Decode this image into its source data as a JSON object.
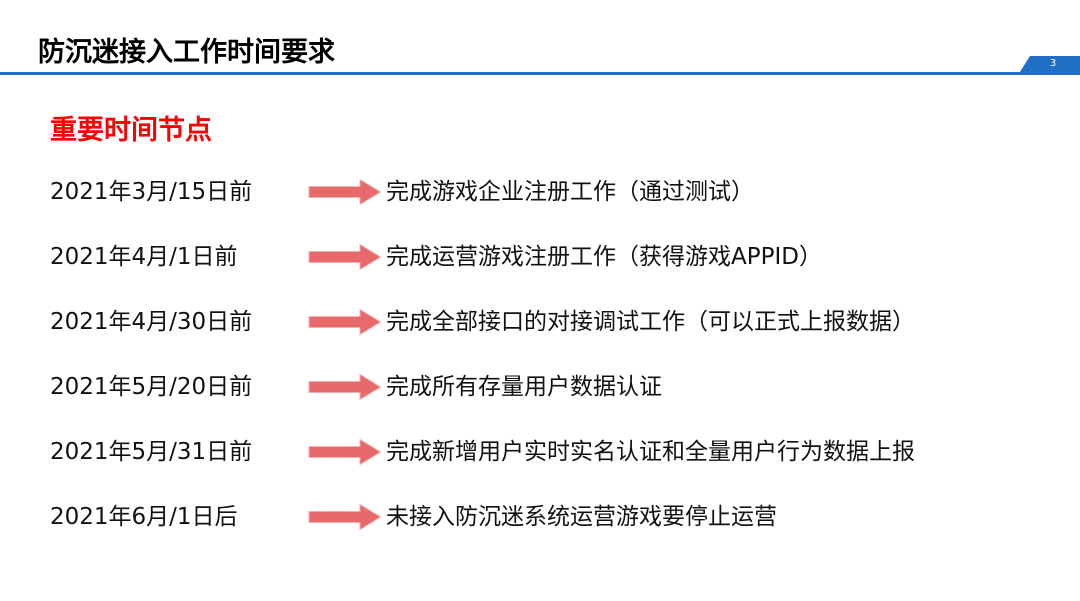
{
  "header": {
    "title": "防沉迷接入工作时间要求",
    "page_number": "3",
    "accent_color": "#1f6fc5"
  },
  "section": {
    "heading": "重要时间节点",
    "heading_color": "#ff0000"
  },
  "arrow_color": "#e8696b",
  "milestones": [
    {
      "date": "2021年3月/15日前",
      "task": "完成游戏企业注册工作（通过测试）"
    },
    {
      "date": "2021年4月/1日前",
      "task": "完成运营游戏注册工作（获得游戏APPID）"
    },
    {
      "date": "2021年4月/30日前",
      "task": "完成全部接口的对接调试工作（可以正式上报数据）"
    },
    {
      "date": "2021年5月/20日前",
      "task": "完成所有存量用户数据认证"
    },
    {
      "date": "2021年5月/31日前",
      "task": "完成新增用户实时实名认证和全量用户行为数据上报"
    },
    {
      "date": "2021年6月/1日后",
      "task": "未接入防沉迷系统运营游戏要停止运营"
    }
  ]
}
